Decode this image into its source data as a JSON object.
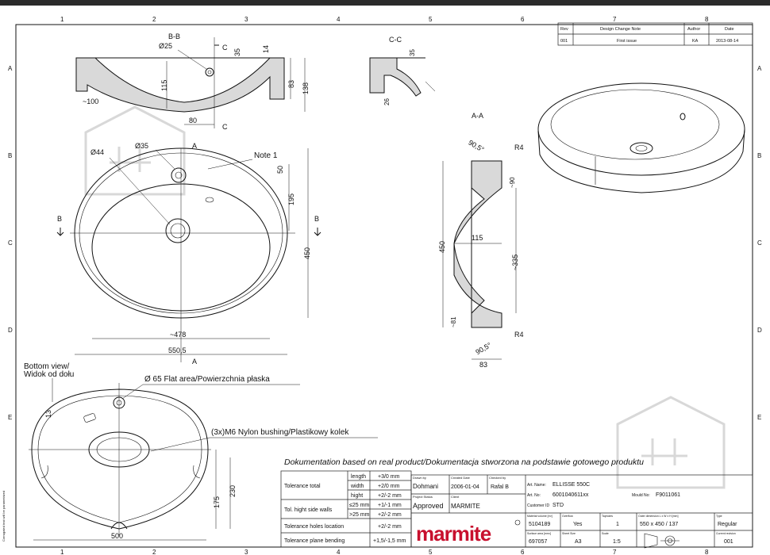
{
  "border": {
    "cols": [
      "1",
      "2",
      "3",
      "4",
      "5",
      "6",
      "7",
      "8"
    ],
    "rows": [
      "A",
      "B",
      "C",
      "D",
      "E"
    ],
    "side_note": "Corrugated text will be parametrized"
  },
  "revision": {
    "headers": [
      "Rev",
      "Design Change Note",
      "Author",
      "Date"
    ],
    "row": [
      "001",
      "First issue",
      "KA",
      "2013-08-14"
    ]
  },
  "views": {
    "bb_label": "B-B",
    "cc_label": "C-C",
    "aa_label": "A-A",
    "bottom_label1": "Bottom view/",
    "bottom_label2": "Widok od dołu",
    "note1": "Note 1",
    "cut_c": "C",
    "cut_a": "A",
    "cut_b": "B"
  },
  "dimensions": {
    "bb": [
      "Ø25",
      "115",
      "~100",
      "80",
      "35",
      "14",
      "83",
      "138"
    ],
    "cc": [
      "35",
      "26"
    ],
    "top": [
      "Ø44",
      "Ø35",
      "50",
      "195",
      "450",
      "~478",
      "550,5"
    ],
    "aa": [
      "90,5°",
      "R4",
      "~90",
      "115",
      "450",
      "~335",
      "~81",
      "R4",
      "90,5°",
      "83"
    ],
    "bottom": [
      "13",
      "175",
      "230",
      "500"
    ]
  },
  "callouts": {
    "flat_area": "Ø 65 Flat area/Powierzchnia płaska",
    "bushing": "(3x)M6 Nylon bushing/Plastikowy kolek"
  },
  "doc_note": "Dokumentation based on real product/Dokumentacja stworzona na podstawie gotowego produktu",
  "tolerances": {
    "total_label": "Tolerance total",
    "length_label": "length",
    "length_val": "+3/0 mm",
    "width_label": "width",
    "width_val": "+2/0 mm",
    "hight_label": "hight",
    "hight_val": "+2/-2 mm",
    "walls_label": "Tol. hight side walls",
    "w1_label": "≤25 mm",
    "w1_val": "+1/-1 mm",
    "w2_label": ">25 mm",
    "w2_val": "+2/-2 mm",
    "holes_label": "Tolerance holes location",
    "holes_val": "+2/-2 mm",
    "plane_label": "Tolerance plane bending",
    "plane_val": "+1,5/-1,5 mm"
  },
  "title_block": {
    "drawn_by_label": "Drawn by",
    "drawn_by": "Dohmani",
    "created_label": "Created Date",
    "created": "2006-01-04",
    "checked_label": "Checked by",
    "checked": "Rafal B",
    "status_label": "Project Status",
    "status": "Approved",
    "client_label": "Client",
    "client": "MARMITE",
    "art_name_label": "Art. Name:",
    "art_name": "ELLISSE 550C",
    "art_no_label": "Art. No:",
    "art_no": "6001040611xx",
    "mould_label": "Mould No:",
    "mould": "F9011061",
    "customer_label": "Customer ID",
    "customer": "STD",
    "logo": "marmite",
    "mat_label": "Material volume [m³]",
    "mat_val": "5104189",
    "overflow_label": "Overflow",
    "overflow_val": "Yes",
    "taps_label": "Tapholes",
    "taps_val": "1",
    "outer_label": "Outer dimension L x W x H [mm]",
    "outer_val": "550 x 450 / 137",
    "type_label": "Type",
    "type_val": "Regular",
    "surface_label": "Surface area [mm²]",
    "surface_val": "697057",
    "sheet_label": "Sheet Size",
    "sheet_val": "A3",
    "scale_label": "Scale",
    "scale_val": "1:5",
    "rev_label": "Current revision",
    "rev_val": "001"
  },
  "colors": {
    "line": "#111111",
    "section": "#d9d9d9",
    "logo": "#c8102e",
    "watermark": "#d8d8d8"
  }
}
